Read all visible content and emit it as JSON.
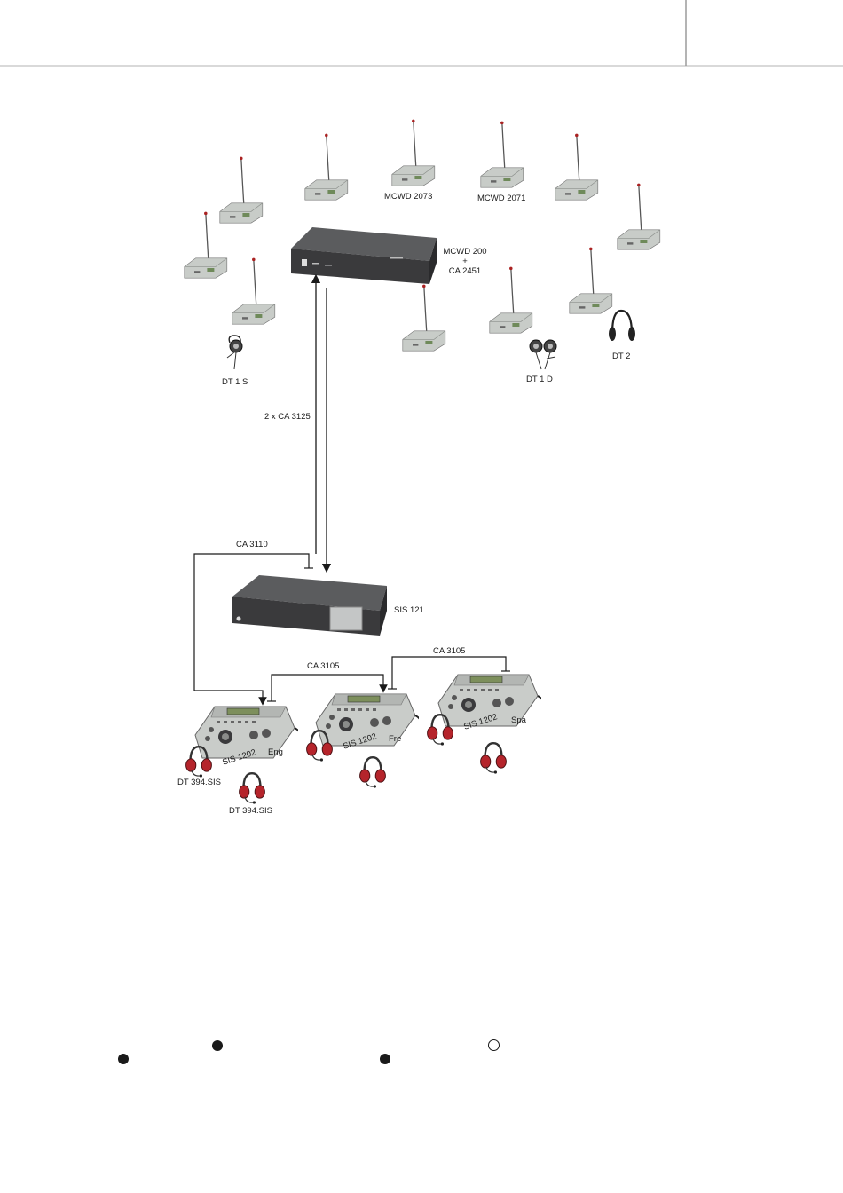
{
  "devices": {
    "central_unit": {
      "label_line1": "MCWD 200",
      "label_line2": "+",
      "label_line3": "CA 2451"
    },
    "mic_2073": "MCWD 2073",
    "mic_2071": "MCWD 2071",
    "sis_121": "SIS 121",
    "desk_eng": {
      "model": "SIS 1202",
      "lang": "Eng"
    },
    "desk_fre": {
      "model": "SIS 1202",
      "lang": "Fre"
    },
    "desk_spa": {
      "model": "SIS 1202",
      "lang": "Spa"
    }
  },
  "listeners": {
    "dt1s": "DT 1 S",
    "dt1d": "DT 1 D",
    "dt2": "DT 2",
    "headset_1": "DT 394.SIS",
    "headset_2": "DT 394.SIS"
  },
  "cables": {
    "trunk": "2 x CA 3125",
    "loop": "CA 3110",
    "link_1": "CA 3105",
    "link_2": "CA 3105"
  },
  "colors": {
    "headset_red": "#b5242b",
    "device_dark": "#3a3a3c",
    "console_grey": "#c9ccc9"
  }
}
